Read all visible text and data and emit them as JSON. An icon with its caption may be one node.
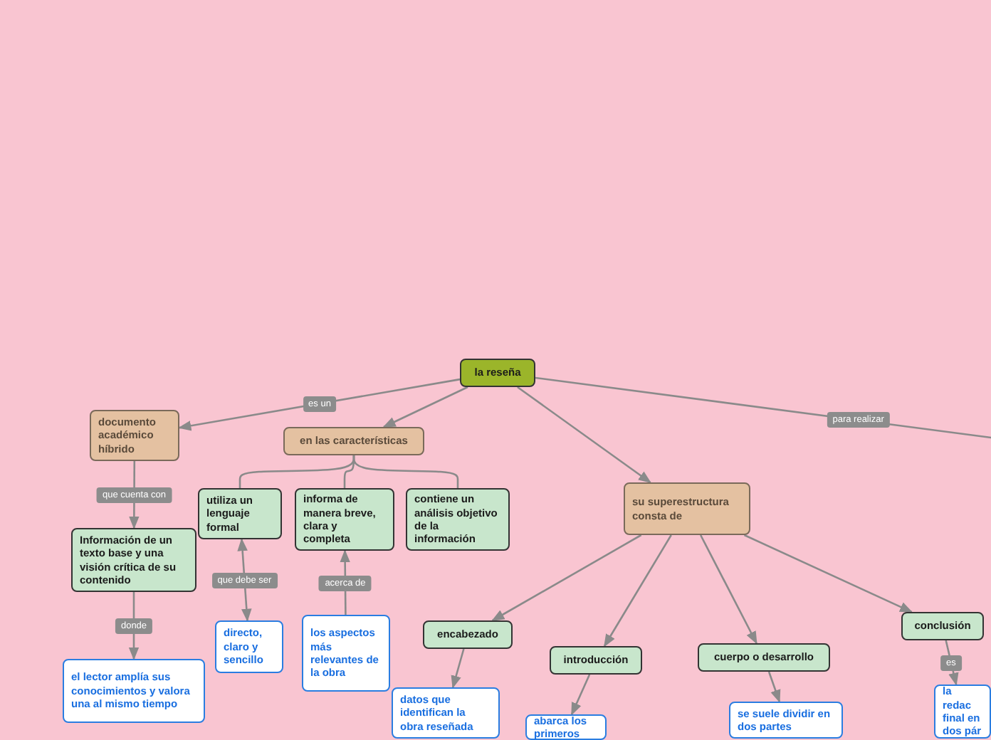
{
  "diagram": {
    "nodes": [
      {
        "text": [
          "la reseña"
        ]
      },
      {
        "text": [
          "documento académico híbrido"
        ]
      },
      {
        "text": [
          "en las características"
        ]
      },
      {
        "text": [
          "utiliza un lenguaje formal"
        ]
      },
      {
        "text": [
          "informa de manera breve, clara y completa"
        ]
      },
      {
        "text": [
          "contiene un análisis objetivo de la información"
        ]
      },
      {
        "text": [
          "su superestructura consta de"
        ]
      },
      {
        "text": [
          "Información de un texto base y una visión crítica de su contenido"
        ]
      },
      {
        "text": [
          "el lector amplía sus conocimientos y valora una al mismo tiempo"
        ]
      },
      {
        "text": [
          "directo, claro y sencillo"
        ]
      },
      {
        "text": [
          "los aspectos más relevantes de la obra"
        ]
      },
      {
        "text": [
          "encabezado"
        ]
      },
      {
        "text": [
          "datos que identifican la obra reseñada"
        ]
      },
      {
        "text": [
          "introducción"
        ]
      },
      {
        "text": [
          "abarca los primeros"
        ]
      },
      {
        "text": [
          "cuerpo o desarrollo"
        ]
      },
      {
        "text": [
          "se suele dividir en dos partes"
        ]
      },
      {
        "text": [
          "conclusión"
        ]
      },
      {
        "text": [
          "la redac final en dos pár"
        ]
      }
    ],
    "edges": [
      {
        "from": 0,
        "to": 1,
        "arrow": "to",
        "label": "es un"
      },
      {
        "from": 0,
        "to": 2,
        "arrow": "to"
      },
      {
        "from": 0,
        "to": 6,
        "arrow": "to"
      },
      {
        "from": 0,
        "to": null,
        "arrow": "none",
        "label": "para realizar"
      },
      {
        "from": 2,
        "to": 3,
        "arrow": "none"
      },
      {
        "from": 2,
        "to": 4,
        "arrow": "none"
      },
      {
        "from": 2,
        "to": 5,
        "arrow": "none"
      },
      {
        "from": 1,
        "to": 7,
        "arrow": "to",
        "label": "que cuenta con"
      },
      {
        "from": 7,
        "to": 8,
        "arrow": "to",
        "label": "donde"
      },
      {
        "from": 3,
        "to": 9,
        "arrow": "both",
        "label": "que debe ser"
      },
      {
        "from": 10,
        "to": 4,
        "arrow": "to",
        "label": "acerca de"
      },
      {
        "from": 6,
        "to": 11,
        "arrow": "to"
      },
      {
        "from": 6,
        "to": 13,
        "arrow": "to"
      },
      {
        "from": 6,
        "to": 15,
        "arrow": "to"
      },
      {
        "from": 6,
        "to": 17,
        "arrow": "to"
      },
      {
        "from": 11,
        "to": 12,
        "arrow": "to"
      },
      {
        "from": 13,
        "to": 14,
        "arrow": "to"
      },
      {
        "from": 15,
        "to": 16,
        "arrow": "to"
      },
      {
        "from": 17,
        "to": 18,
        "arrow": "to",
        "label": "es"
      }
    ]
  }
}
